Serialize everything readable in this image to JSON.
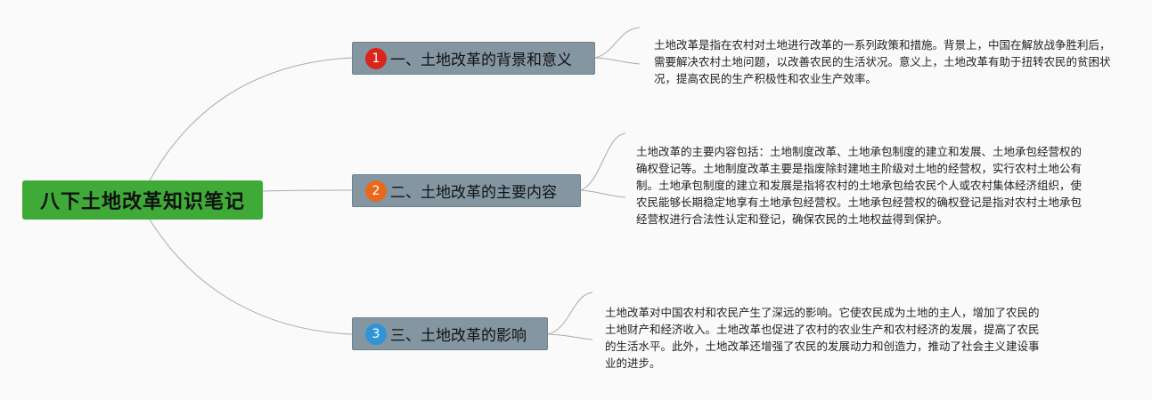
{
  "root": {
    "title": "八下土地改革知识笔记"
  },
  "colors": {
    "root_fill": "#3faa38",
    "branch_fill": "#8496a2",
    "connector": "#a9a9b3",
    "badge_1": "#d8261b",
    "badge_2": "#e8691b",
    "badge_3": "#2f95d8"
  },
  "branches": [
    {
      "number": "1",
      "title": "一、土地改革的背景和意义",
      "note": "土地改革是指在农村对土地进行改革的一系列政策和措施。背景上，中国在解放战争胜利后，需要解决农村土地问题，以改善农民的生活状况。意义上，土地改革有助于扭转农民的贫困状况，提高农民的生产积极性和农业生产效率。"
    },
    {
      "number": "2",
      "title": "二、土地改革的主要内容",
      "note": "土地改革的主要内容包括：土地制度改革、土地承包制度的建立和发展、土地承包经营权的确权登记等。土地制度改革主要是指废除封建地主阶级对土地的经营权，实行农村土地公有制。土地承包制度的建立和发展是指将农村的土地承包给农民个人或农村集体经济组织，使农民能够长期稳定地享有土地承包经营权。土地承包经营权的确权登记是指对农村土地承包经营权进行合法性认定和登记，确保农民的土地权益得到保护。"
    },
    {
      "number": "3",
      "title": "三、土地改革的影响",
      "note": "土地改革对中国农村和农民产生了深远的影响。它使农民成为土地的主人，增加了农民的土地财产和经济收入。土地改革也促进了农村的农业生产和农村经济的发展，提高了农民的生活水平。此外，土地改革还增强了农民的发展动力和创造力，推动了社会主义建设事业的进步。"
    }
  ]
}
